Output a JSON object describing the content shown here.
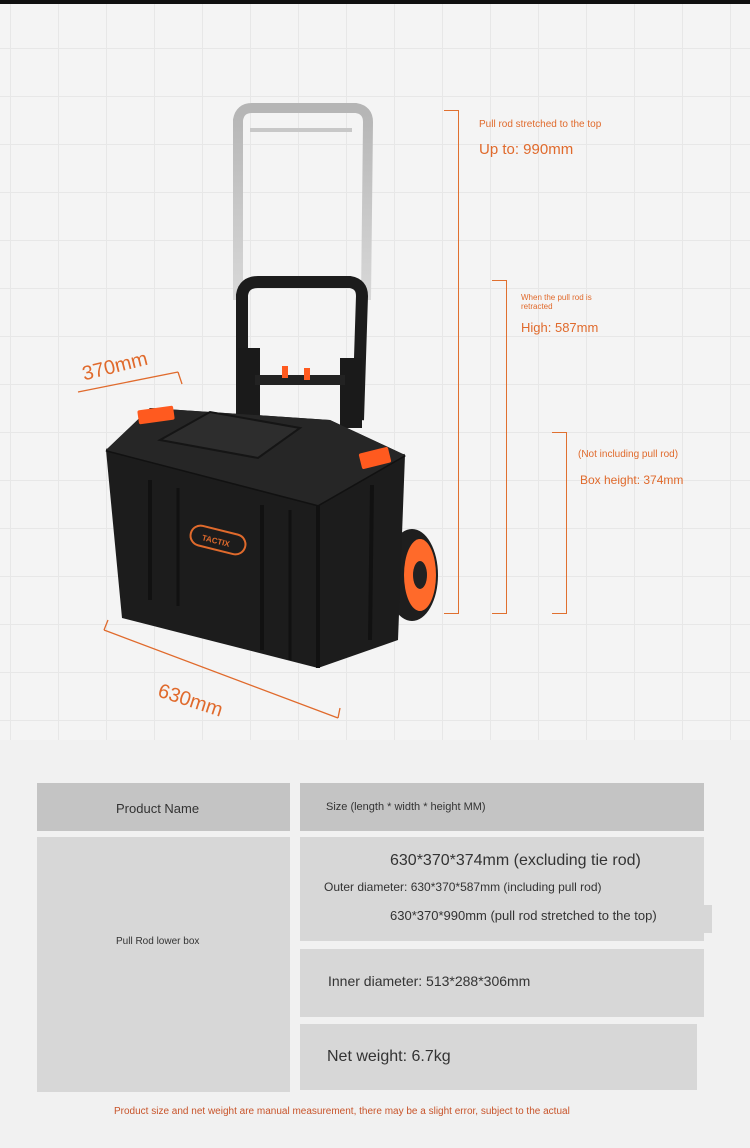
{
  "brand_logo": "TACTIX",
  "dimensions": {
    "width_label": "370mm",
    "length_label": "630mm",
    "stretched": {
      "caption": "Pull rod stretched to the top",
      "value": "Up to: 990mm"
    },
    "retracted": {
      "caption": "When the pull rod is retracted",
      "value": "High: 587mm"
    },
    "box": {
      "caption": "(Not including pull rod)",
      "value": "Box height: 374mm"
    }
  },
  "table": {
    "header": {
      "name": "Product Name",
      "size": "Size (length * width * height MM)"
    },
    "product_name": "Pull Rod lower box",
    "outer": {
      "line1": "630*370*374mm (excluding tie rod)",
      "line2": "Outer diameter: 630*370*587mm (including pull rod)",
      "line3": "630*370*990mm (pull rod stretched to the top)"
    },
    "inner": "Inner diameter: 513*288*306mm",
    "weight": "Net weight: 6.7kg"
  },
  "footer_note": "Product size and net weight are manual measurement, there may be a slight error, subject to the actual",
  "colors": {
    "accent": "#e06a2c",
    "case_body": "#1c1c1c",
    "latch": "#ff5a1f"
  }
}
